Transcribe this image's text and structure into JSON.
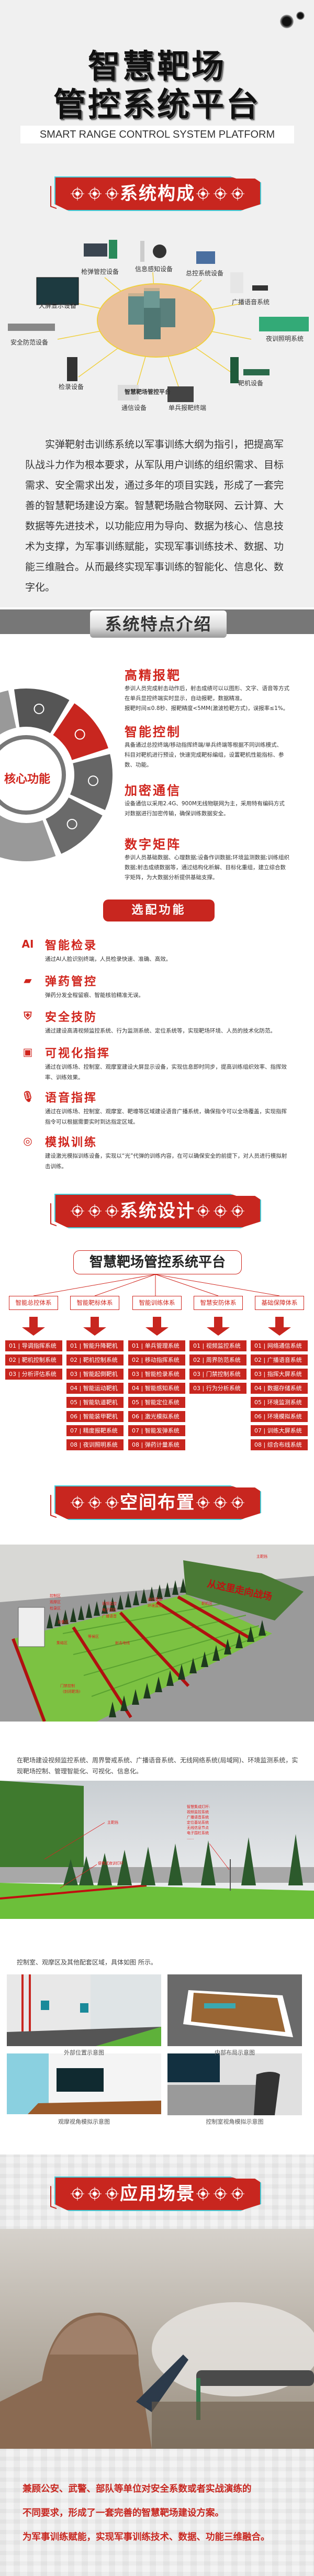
{
  "header": {
    "title_line1": "智慧靶场",
    "title_line2": "管控系统平台",
    "subtitle": "SMART RANGE CONTROL SYSTEM PLATFORM"
  },
  "composition": {
    "banner": "系统构成",
    "center_label": "智慧靶场管控平台",
    "devices": [
      "枪弹管控设备",
      "信息感知设备",
      "总控系统设备",
      "大屏显示设备",
      "广播语音系统",
      "安全防范设备",
      "夜训照明系统",
      "检录设备",
      "通信设备",
      "单兵报靶终端",
      "靶机设备"
    ],
    "intro": "实弹靶射击训练系统以军事训练大纲为指引，把提高军队战斗力作为根本要求，从军队用户训练的组织需求、目标需求、安全需求出发，通过多年的项目实践，形成了一套完善的智慧靶场建设方案。智慧靶场融合物联网、云计算、大数据等先进技术，以功能应用为导向、数据为核心、信息技术为支撑，为军事训练赋能，实现军事训练技术、数据、功能三维融合。从而最终实现军事训练的智能化、信息化、数字化。"
  },
  "features": {
    "banner": "系统特点介绍",
    "core_label": "核心功能",
    "items": [
      {
        "title": "高精报靶",
        "lines": [
          "参训人员完成射击动作后，射击成绩可以以图形、文字、语音等方式",
          "在单兵显控终端实时显示，自动报靶，数据精准。",
          "报靶时间≤0.8秒、报靶精度<5MM(激波检靶方式)，误报率≤1%。"
        ]
      },
      {
        "title": "智能控制",
        "lines": [
          "具备通过总控终端/移动指挥终端/单兵终端等根据不同训练模式、",
          "科目对靶机进行预设，快速完成靶标编组，设置靶机性能指标、参",
          "数、功能。"
        ]
      },
      {
        "title": "加密通信",
        "lines": [
          "设备通信以采用2.4G、900M无线物联网为主，采用特有编码方式",
          "对数据进行加密传输，确保训练数据安全。"
        ]
      },
      {
        "title": "数字矩阵",
        "lines": [
          "参训人员基础数据、心理数据;设备作训数据;环境监测数据;训练组织",
          "数据;射击成绩数据等，通过结构化析解、目标化重组，建立综合数",
          "字矩阵，为大数据分析提供基础支撑。"
        ]
      }
    ]
  },
  "optional": {
    "button": "选配功能",
    "items": [
      {
        "title": "智能检录",
        "icon": "ai-icon",
        "text": "通过AI人脸识别终端，人员检录快速、准确、高效。"
      },
      {
        "title": "弹药管控",
        "icon": "bullet-icon",
        "text": "弹药分发全程留痕、智能核验精准无误。"
      },
      {
        "title": "安全技防",
        "icon": "shield-gear-icon",
        "text": "通过建设高清视频监控系统、行为监测系统、定位系统等，实现靶场环境、人员的技术化防范。"
      },
      {
        "title": "可视化指挥",
        "icon": "monitor-icon",
        "text": "通过在训练场、控制室、观摩室建设大屏显示设备，实现信息即时同步，提高训练组织效率、指挥效率、训练效果。"
      },
      {
        "title": "语音指挥",
        "icon": "microphone-icon",
        "text": "通过在训练场、控制室、观摩室、靶壕等区域建设语音广播系统，确保指令可以全场覆盖，实现指挥指令可以根据需要实时到达指定区域。"
      },
      {
        "title": "模拟训练",
        "icon": "target-icon",
        "text": "建设激光模拟训练设备，实现以“光”代弹的训练内容，在可以确保安全的前提下，对人员进行模拟射击训练。"
      }
    ]
  },
  "design": {
    "banner": "系统设计",
    "platform": "智慧靶场管控系统平台",
    "systems": [
      {
        "name": "智能总控体系",
        "items": [
          "01 | 导调指挥系统",
          "02 | 靶机控制系统",
          "03 | 分析评估系统"
        ]
      },
      {
        "name": "智能靶标体系",
        "items": [
          "01 | 智能升降靶机",
          "02 | 靶机控制系统",
          "03 | 智能起倒靶机",
          "04 | 智能运动靶机",
          "05 | 智能轨道靶机",
          "06 | 智能装甲靶机",
          "07 | 精度报靶系统",
          "08 | 夜训照明系统"
        ]
      },
      {
        "name": "智能训练体系",
        "items": [
          "01 | 单兵管理系统",
          "02 | 移动指挥系统",
          "03 | 智能检录系统",
          "04 | 智能感知系统",
          "05 | 智能定位系统",
          "06 | 激光模拟系统",
          "07 | 智能发弹系统",
          "08 | 弹药计量系统"
        ]
      },
      {
        "name": "智慧安防体系",
        "items": [
          "01 | 视频监控系统",
          "02 | 周界防范系统",
          "03 | 门禁控制系统",
          "03 | 行为分析系统"
        ]
      },
      {
        "name": "基础保障体系",
        "items": [
          "01 | 网络通信系统",
          "02 | 广播语音系统",
          "03 | 指挥大屏系统",
          "04 | 数据存储系统",
          "05 | 环境监测系统",
          "06 | 环境模拟系统",
          "07 | 训练大屏系统",
          "08 | 综合布线系统"
        ]
      }
    ]
  },
  "layout": {
    "banner": "空间布置",
    "render1": {
      "slogan": "从这里走向战场",
      "labels": [
        "主靶挡",
        "控制区",
        "观摩区",
        "检录区",
        "设备区",
        "视频监控",
        "电子围栏",
        "广播语音",
        "通信基站",
        "环境监测",
        "靶机区",
        "集结区",
        "等候区",
        "射击地线",
        "门禁控制",
        "(封闭靶场)"
      ]
    },
    "text1": "在靶场建设视频监控系统、周界警戒系统、广播语音系统、无线网络系统(局域网)、环境监测系统，实现靶场控制、管理智能化、可视化、信息化。",
    "render2": {
      "labels": [
        "主靶挡",
        "便携式夜训灯杆",
        "智慧集成灯杆:",
        "视频监控系统",
        "广播语音系统",
        "定位基站系统",
        "无线信息节点",
        "电子围栏系统",
        "......"
      ]
    },
    "text2": "控制室、观摩区及其他配套区域，具体如图 所示。",
    "captions": [
      "外部位置示意图",
      "内部布局示意图",
      "观摩视角模拟示意图",
      "控制室视角模拟示意图"
    ]
  },
  "application": {
    "banner": "应用场景",
    "lines": [
      "兼顾公安、武警、部队等单位对安全系数或者实战演练的",
      "不同要求，形成了一套完善的智慧靶场建设方案。",
      "为军事训练赋能，实现军事训练技术、数据、功能三维融合。"
    ]
  },
  "colors": {
    "red": "#c8261f",
    "heading_red": "#d0241c",
    "cyan_outline": "#3fd0dc",
    "gray_band": "#777777"
  }
}
